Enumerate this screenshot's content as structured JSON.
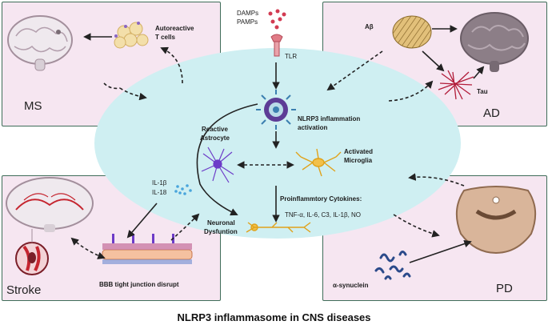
{
  "figure": {
    "caption": "NLRP3 inflammasome in CNS diseases"
  },
  "center": {
    "damps": "DAMPs",
    "pamps": "PAMPs",
    "tlr": "TLR",
    "nlrp3_line1": "NLRP3 inflammation",
    "nlrp3_line2": "activation",
    "astro_line1": "Reactive",
    "astro_line2": "Astrocyte",
    "microglia_line1": "Activated",
    "microglia_line2": "Microglia",
    "il1b": "IL-1β",
    "il18": "IL-18",
    "cytokines_title": "Proinflammtory Cytokines:",
    "cytokines_list": "TNF-α, IL-6, C3, IL-1β, NO",
    "neuron_line1": "Neuronal",
    "neuron_line2": "Dysfuntion"
  },
  "panels": {
    "ms": {
      "title": "MS",
      "cells_line1": "Autoreactive",
      "cells_line2": "T cells"
    },
    "ad": {
      "title": "AD",
      "abeta": "Aβ",
      "tau": "Tau"
    },
    "stroke": {
      "title": "Stroke",
      "bbb": "BBB tight junction disrupt"
    },
    "pd": {
      "title": "PD",
      "synuclein": "α-synuclein"
    }
  },
  "colors": {
    "panel_fill": "#f6e6f1",
    "panel_border": "#3f6d59",
    "center_fill": "#cfeff2",
    "brain_fill": "#efe9ee",
    "brain_stroke": "#a38f9c",
    "vessel": "#c5252f",
    "microglia": "#e0a21a",
    "astrocyte": "#6d3cc8",
    "synuclein": "#2b4a8a",
    "damps": "#d23b52"
  }
}
